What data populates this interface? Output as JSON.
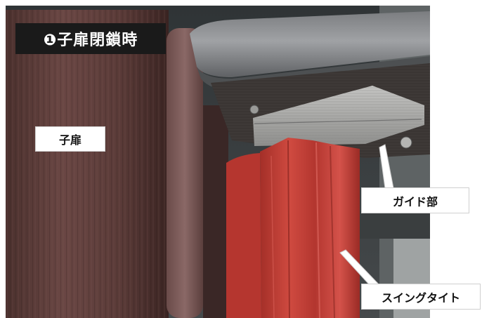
{
  "title": "❶子扉閉鎖時",
  "labels": {
    "door": "子扉",
    "guide": "ガイド部",
    "swing": "スイングタイト"
  },
  "colors": {
    "door_wood": "#5a3a38",
    "red_tight": "#b83a32",
    "foam": "#8b8d90",
    "steel": "#a7a7a5",
    "title_bg": "#1a1a1a"
  }
}
